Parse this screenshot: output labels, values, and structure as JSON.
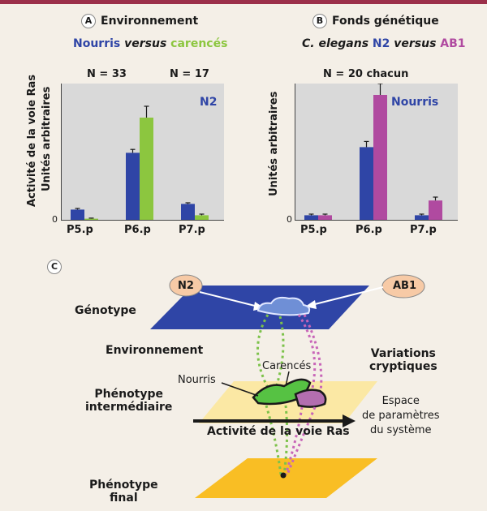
{
  "panelA": {
    "letter": "A",
    "title": "Environnement",
    "subtitle": {
      "a": "Nourris",
      "versus": "versus",
      "b": "carencés"
    },
    "n_left": "N = 33",
    "n_right": "N = 17",
    "ylabel_line1": "Activité de la voie Ras",
    "ylabel_line2": "Unités arbitraires",
    "zero": "0",
    "strain_label": "N2"
  },
  "panelB": {
    "letter": "B",
    "title": "Fonds génétique",
    "subtitle": {
      "species": "C. elegans",
      "a": "N2",
      "versus": "versus",
      "b": "AB1"
    },
    "n_label": "N = 20 chacun",
    "ylabel": "Unités arbitraires",
    "zero": "0",
    "condition_label": "Nourris"
  },
  "panelC": {
    "letter": "C",
    "n2": "N2",
    "ab1": "AB1",
    "genotype": "Génotype",
    "environnement": "Environnement",
    "carences": "Carencés",
    "variations_line1": "Variations",
    "variations_line2": "cryptiques",
    "nourris": "Nourris",
    "pheno_inter_line1": "Phénotype",
    "pheno_inter_line2": "intermédiaire",
    "espace_line1": "Espace",
    "espace_line2": "de paramètres",
    "espace_line3": "du système",
    "activite": "Activité de la voie Ras",
    "pheno_final_line1": "Phénotype",
    "pheno_final_line2": "final"
  },
  "colors": {
    "blue": "#2f45a6",
    "green": "#8cc63f",
    "purple": "#b04aa0",
    "plot_bg": "#d9d9d9",
    "accent": "#9b2f4a"
  },
  "chart_data": [
    {
      "type": "bar",
      "title": "Environnement",
      "categories": [
        "P5.p",
        "P6.p",
        "P7.p"
      ],
      "series": [
        {
          "name": "Nourris",
          "values": [
            0.9,
            5.9,
            1.4
          ],
          "errors": [
            0.1,
            0.3,
            0.1
          ],
          "color": "#2f45a6"
        },
        {
          "name": "carencés",
          "values": [
            0.1,
            9.0,
            0.4
          ],
          "errors": [
            0.05,
            1.0,
            0.1
          ],
          "color": "#8cc63f"
        }
      ],
      "ylabel": "Activité de la voie Ras Unités arbitraires",
      "ylim": [
        0,
        12
      ]
    },
    {
      "type": "bar",
      "title": "Fonds génétique",
      "categories": [
        "P5.p",
        "P6.p",
        "P7.p"
      ],
      "series": [
        {
          "name": "N2",
          "values": [
            0.4,
            6.4,
            0.4
          ],
          "errors": [
            0.1,
            0.5,
            0.1
          ],
          "color": "#2f45a6"
        },
        {
          "name": "AB1",
          "values": [
            0.4,
            11.0,
            1.7
          ],
          "errors": [
            0.1,
            1.0,
            0.3
          ],
          "color": "#b04aa0"
        }
      ],
      "ylabel": "Unités arbitraires",
      "ylim": [
        0,
        12
      ]
    }
  ]
}
